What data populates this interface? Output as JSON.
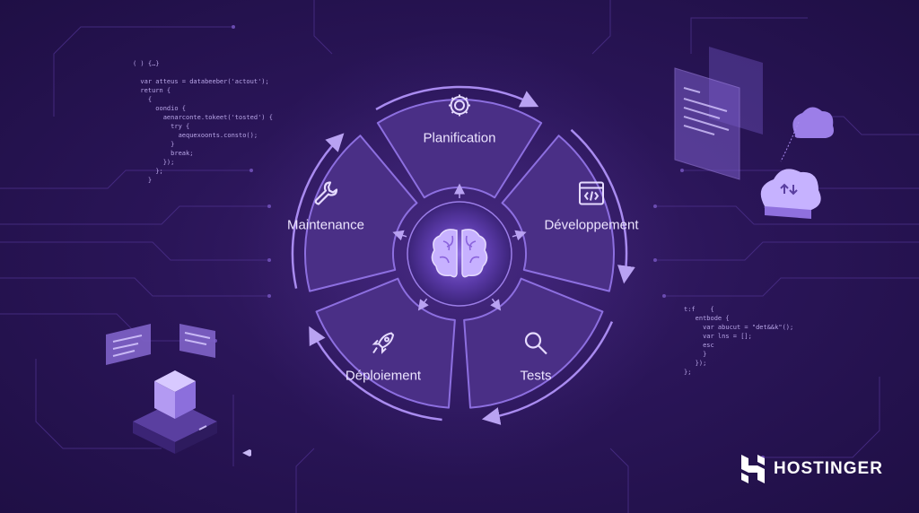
{
  "diagram": {
    "segments": [
      {
        "label": "Planification",
        "icon": "gear-icon"
      },
      {
        "label": "Développement",
        "icon": "code-window-icon"
      },
      {
        "label": "Tests",
        "icon": "magnifier-icon"
      },
      {
        "label": "Déploiement",
        "icon": "rocket-icon"
      },
      {
        "label": "Maintenance",
        "icon": "wrench-icon"
      }
    ],
    "center_icon": "brain-icon"
  },
  "code_left": [
    "( ) {…}",
    "",
    "  var atteus = databeeber('actout');",
    "  return {",
    "    {",
    "      oondio {",
    "        aenarconte.tokeet('tosted') {",
    "          try {",
    "            aequexoonts.consto();",
    "          }",
    "          break;",
    "        });",
    "      };",
    "    }"
  ],
  "code_right": [
    "t:f    {",
    "   entbode {",
    "     var abucut = \"det&&k\"();",
    "     var lns = [];",
    "     esc",
    "     }",
    "   });",
    "};"
  ],
  "brand": {
    "name": "HOSTINGER",
    "logo": "hostinger-logo-icon"
  },
  "colors": {
    "background": "#2a1558",
    "segment_fill": "#4a2f86",
    "accent": "#a98bf0",
    "text": "#ece4ff"
  }
}
